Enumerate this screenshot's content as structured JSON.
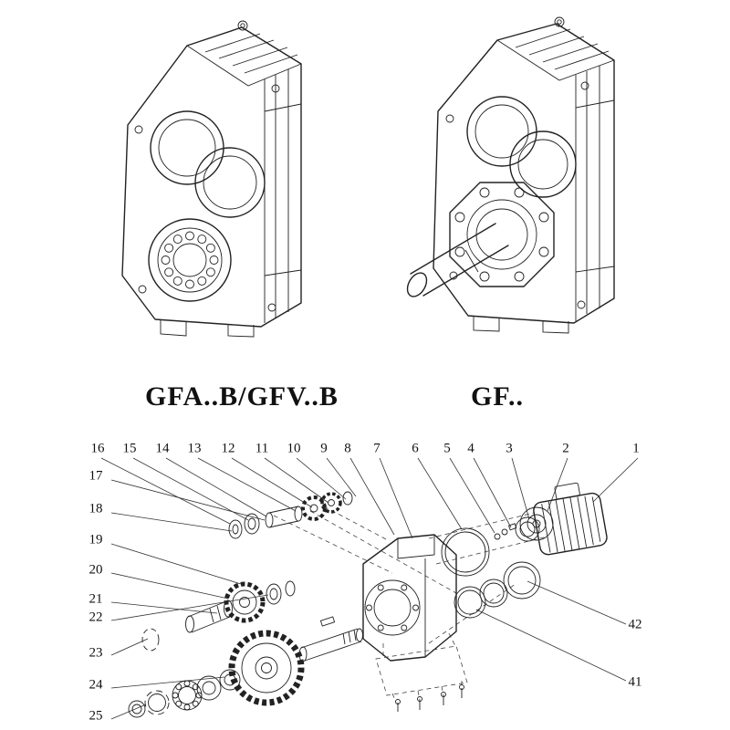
{
  "document": {
    "background": "#ffffff",
    "line_color": "#1c1c1c"
  },
  "figures": [
    {
      "caption": "GFA..B/GFV..B",
      "drawing": "hollow-shaft-parallel-helical-gearbox-isometric-line-drawing"
    },
    {
      "caption": "GF..",
      "drawing": "solid-output-shaft-parallel-helical-gearbox-isometric-line-drawing"
    }
  ],
  "exploded_view": {
    "drawing": "gearbox-exploded-parts-diagram",
    "top_numbers": [
      "16",
      "15",
      "14",
      "13",
      "12",
      "11",
      "10",
      "9",
      "8",
      "7",
      "6",
      "5",
      "4",
      "3",
      "2",
      "1"
    ],
    "left_numbers": [
      "17",
      "18",
      "19",
      "20",
      "21",
      "22",
      "23",
      "24",
      "25"
    ],
    "right_numbers": [
      "42",
      "41"
    ]
  }
}
